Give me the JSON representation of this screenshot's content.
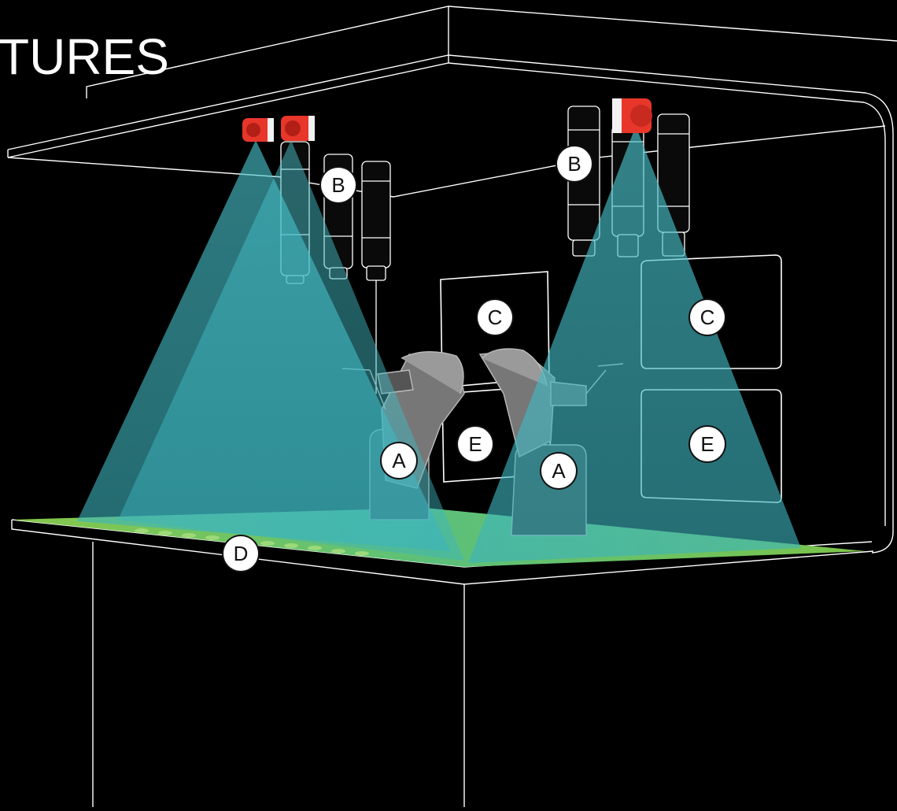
{
  "heading": "TURES",
  "labels": {
    "a1": "A",
    "a2": "A",
    "b1": "B",
    "b2": "B",
    "c1": "C",
    "c2": "C",
    "d1": "D",
    "e1": "E",
    "e2": "E"
  },
  "colors": {
    "background": "#000000",
    "outline": "#ffffff",
    "camera": "#e8362b",
    "light_cone": "#3fbfc6",
    "floor": "#7cc44a"
  },
  "icons": [
    "camera-icon",
    "gripper-tube",
    "robot-arm",
    "display-panel"
  ]
}
